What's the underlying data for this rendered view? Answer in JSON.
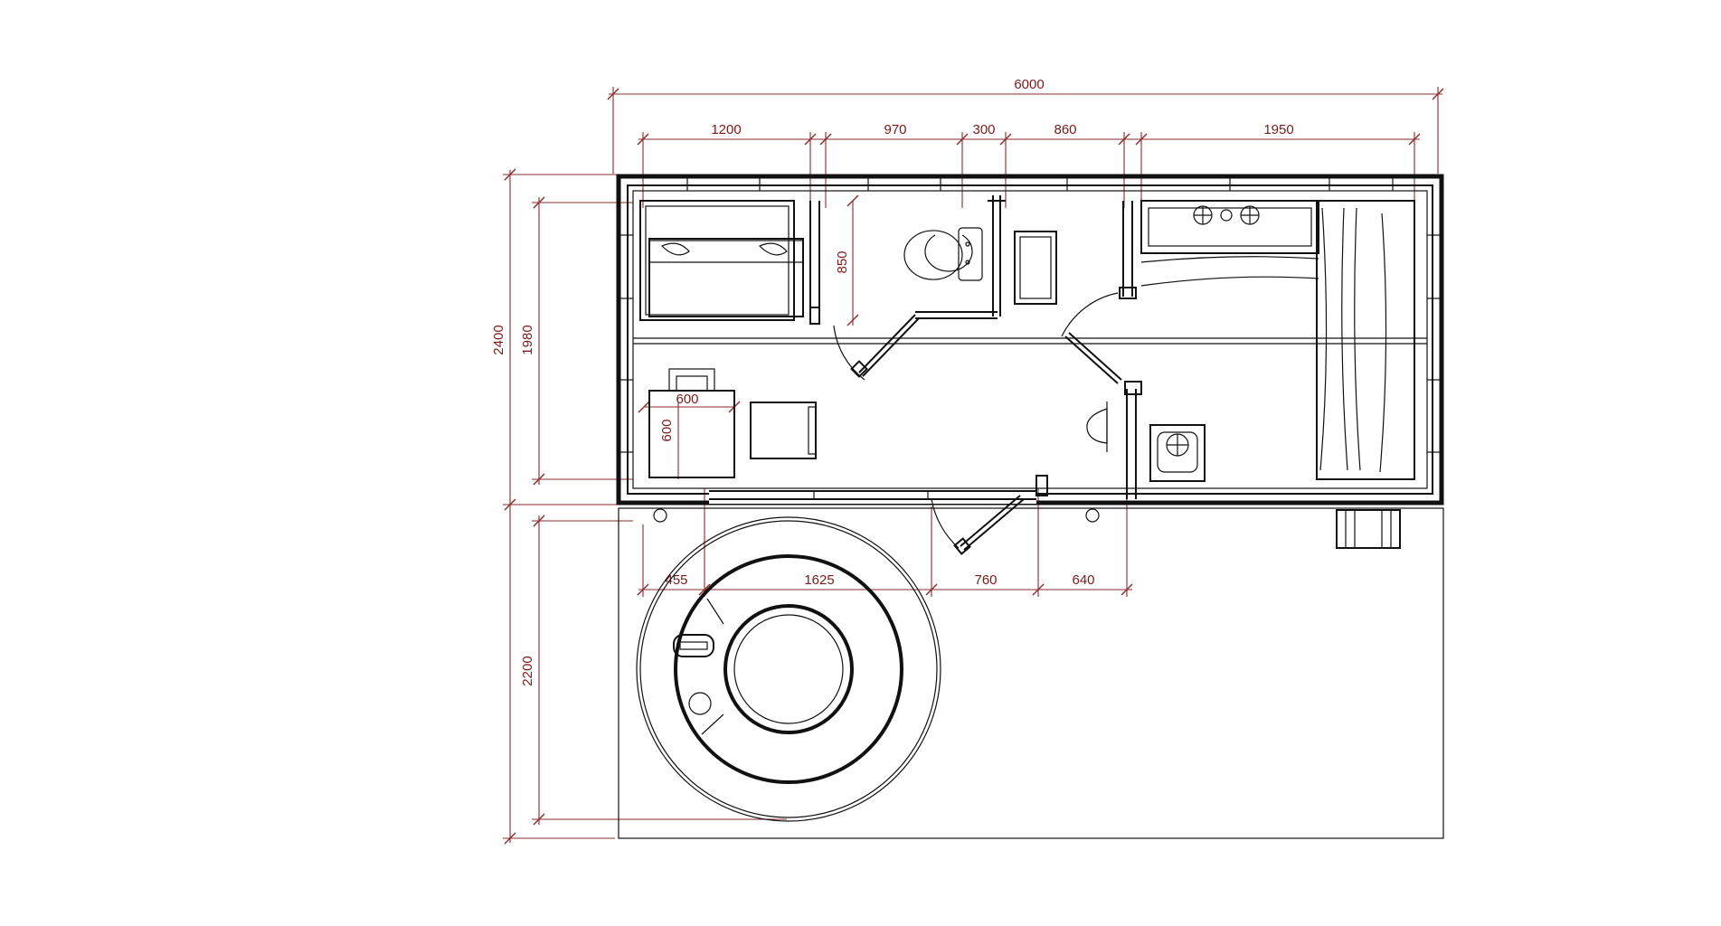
{
  "drawing": {
    "dimensions": {
      "overall_width": "6000",
      "top_segments": [
        "1200",
        "970",
        "300",
        "860",
        "1950"
      ],
      "overall_height": "2400",
      "inner_height": "1980",
      "deck_depth": "2200",
      "bathroom_depth": "850",
      "table_width": "600",
      "table_depth": "600",
      "bottom_segments": [
        "455",
        "1625",
        "760",
        "640"
      ]
    },
    "icons": [
      "bed-icon",
      "toilet-icon",
      "sink-icon",
      "door-swing-icon",
      "table-icon",
      "stove-icon",
      "kitchen-counter-icon",
      "hot-tub-icon",
      "steps-icon"
    ]
  }
}
